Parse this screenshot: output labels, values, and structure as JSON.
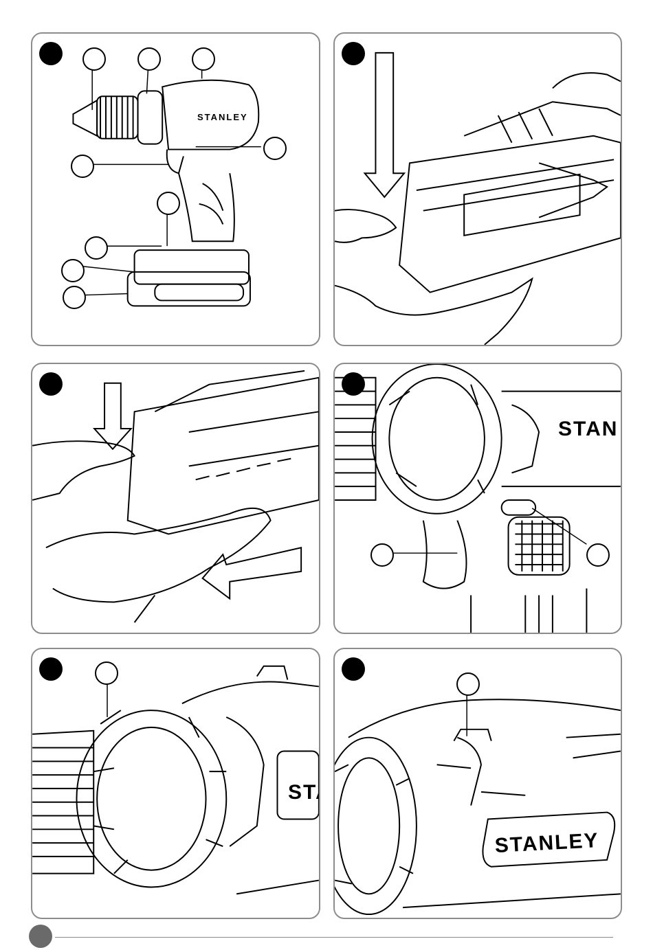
{
  "brand": {
    "logo_text": "STANLEY",
    "logo_text_cropped_short": "STAN",
    "logo_text_cropped_shortest": "STA"
  },
  "panels": [
    {
      "id": "overview",
      "callouts": 9
    },
    {
      "id": "battery-insert",
      "callouts": 0
    },
    {
      "id": "battery-release",
      "callouts": 0
    },
    {
      "id": "trigger-and-switch",
      "callouts": 2
    },
    {
      "id": "torque-collar",
      "callouts": 1
    },
    {
      "id": "gear-selector",
      "callouts": 1
    }
  ],
  "colors": {
    "ink": "#000000",
    "frame": "#8c8c8c",
    "page_dot": "#6a6a6a"
  }
}
